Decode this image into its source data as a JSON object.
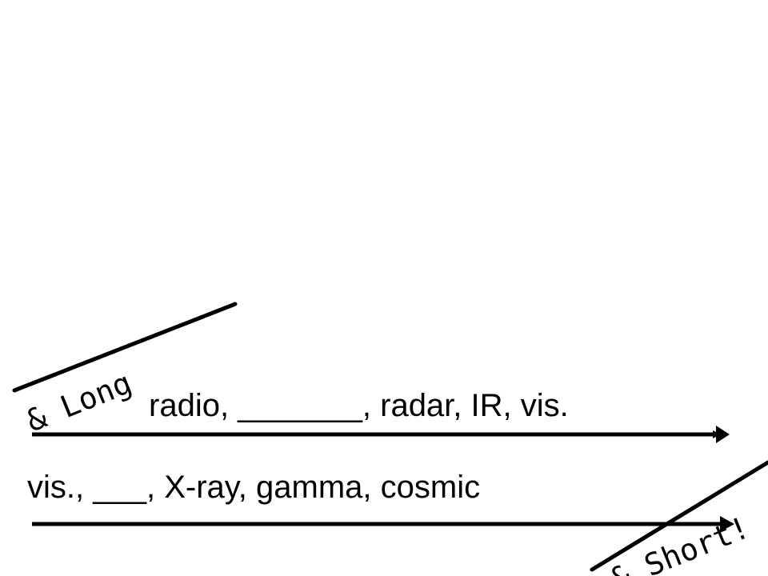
{
  "slide": {
    "long_wave_line": "radio, _______, radar, IR, vis.",
    "short_wave_line": "vis., ___, X-ray, gamma, cosmic",
    "long_label": "& Long",
    "short_label": "& Short!"
  },
  "colors": {
    "ink": "#000000",
    "background": "#ffffff"
  },
  "icons": [
    "arrow-right-icon",
    "arrow-right-icon"
  ]
}
